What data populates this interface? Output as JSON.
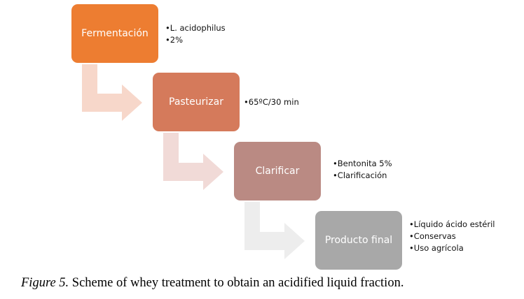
{
  "steps": [
    {
      "label": "Fermentación",
      "color": "#ED7D31",
      "notes": [
        "L. acidophilus",
        "2%"
      ]
    },
    {
      "label": "Pasteurizar",
      "color": "#D57A5B",
      "notes": [
        "65ºC/30 min"
      ]
    },
    {
      "label": "Clarificar",
      "color": "#BA8A83",
      "notes": [
        "Bentonita 5%",
        "Clarificación"
      ]
    },
    {
      "label": "Producto final",
      "color": "#A8A8A8",
      "notes": [
        "Líquido ácido estéril",
        "Conservas",
        "Uso agrícola"
      ]
    }
  ],
  "arrow_colors": [
    "#F7D7CA",
    "#F1DAD7",
    "#EDEDED"
  ],
  "caption": {
    "figure_label": "Figure 5.",
    "text": "Scheme of whey treatment to obtain an acidified liquid fraction."
  }
}
